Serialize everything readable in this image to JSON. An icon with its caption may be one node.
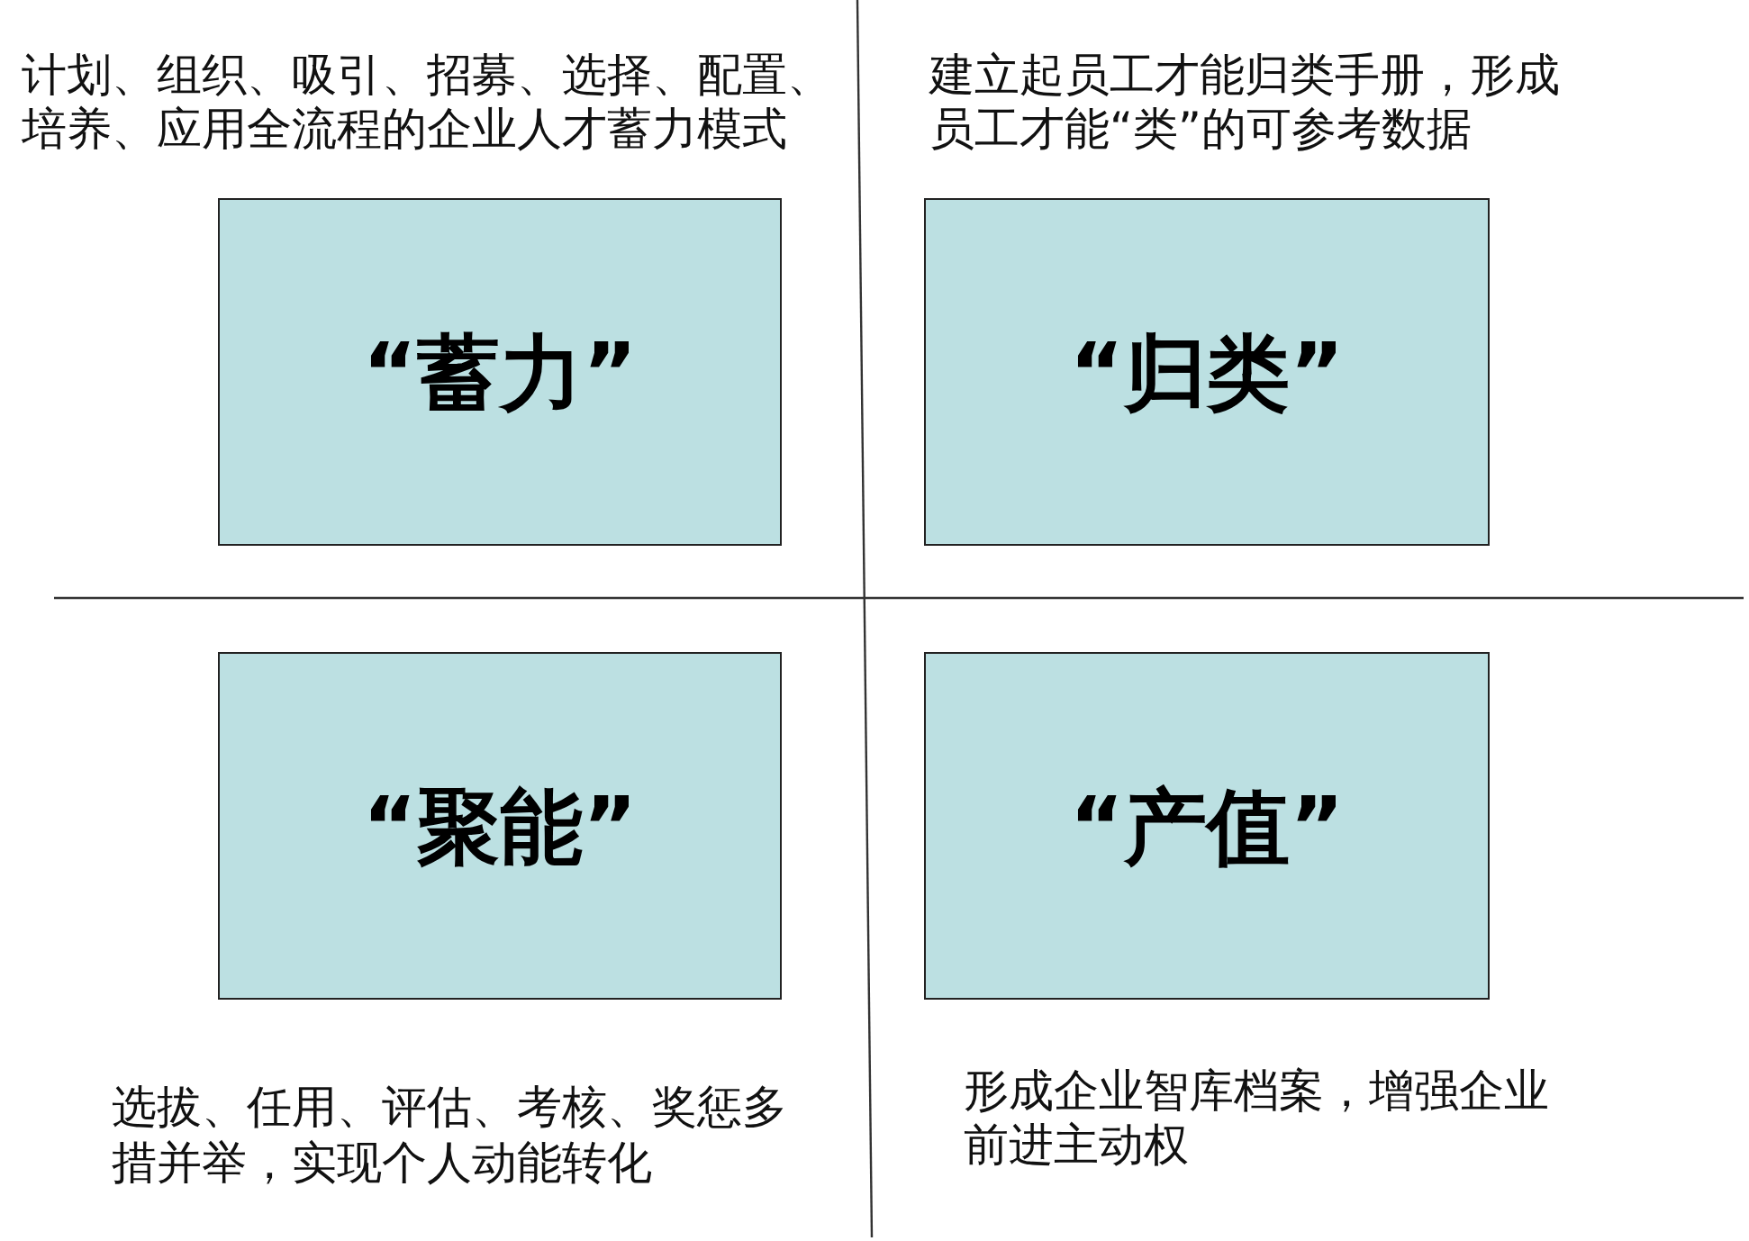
{
  "diagram": {
    "nodes": [
      {
        "text": [
          "“蓄力”"
        ],
        "beside": [
          "计划、组织、吸引、招募、选择、配置、培养、应用全流程的企业人才蓄力模式"
        ]
      },
      {
        "text": [
          "“归类”"
        ],
        "beside": [
          "建立起员工才能归类手册，形成员工才能“类”的可参考数据"
        ]
      },
      {
        "text": [
          "“聚能”"
        ],
        "beside": [
          "选拔、任用、评估、考核、奖惩多措并举，实现个人动能转化"
        ]
      },
      {
        "text": [
          "“产值”"
        ],
        "beside": [
          "形成企业智库档案，增强企业前进主动权"
        ]
      }
    ]
  }
}
